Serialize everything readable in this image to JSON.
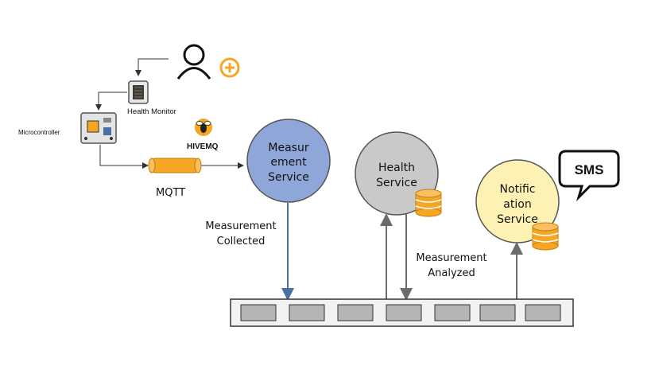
{
  "labels": {
    "health_monitor": "Health Monitor",
    "microcontroller": "Microcontroller",
    "hivemq": "HIVEMQ",
    "mqtt": "MQTT",
    "measurement_service": [
      "Measur",
      "ement",
      "Service"
    ],
    "health_service": [
      "Health",
      "Service"
    ],
    "notification_service": [
      "Notific",
      "ation",
      "Service"
    ],
    "sms": "SMS",
    "measurement_collected": [
      "Measurement",
      "Collected"
    ],
    "measurement_analyzed": [
      "Measurement",
      "Analyzed"
    ]
  },
  "colors": {
    "measurement_service": "#8fa6d9",
    "health_service": "#c9c9c9",
    "notification_service": "#fdf2b3",
    "database": "#f5a623",
    "pipe": "#f5a623",
    "hivemq_accent": "#f5a623",
    "plus_badge": "#f5a623",
    "queue_slot": "#b5b5b5",
    "arrow_blue": "#4a6fa5",
    "arrow_gray": "#6b6b6b"
  },
  "icons": [
    "user-icon",
    "plus-badge-icon",
    "chip-icon",
    "board-icon",
    "bee-icon",
    "database-icon",
    "sms-bubble-icon"
  ]
}
